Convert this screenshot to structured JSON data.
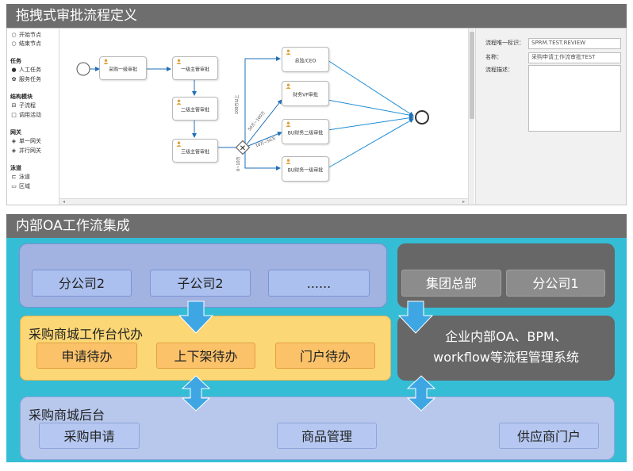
{
  "top": {
    "title": "拖拽式审批流程定义",
    "palette": {
      "events": [
        "开始节点",
        "结束节点"
      ],
      "task_heading": "任务",
      "tasks": [
        "人工任务",
        "服务任务"
      ],
      "struct_heading": "结构模块",
      "structs": [
        "子流程",
        "调用活动"
      ],
      "gateway_heading": "网关",
      "gateways": [
        "单一网关",
        "并行网关"
      ],
      "lane_heading": "泳道",
      "lanes": [
        "泳道",
        "区域"
      ]
    },
    "nodes": {
      "n1": "采购一级审批",
      "n2": "一级主管审批",
      "n3": "二级主管审批",
      "n4": "三级主管审批",
      "n5": "总监/CEO",
      "n6": "财务VP审批",
      "n7": "BU财务二级审批",
      "n8": "BU财务一级审批"
    },
    "edge_labels": {
      "e1": "100万以上",
      "e2": "50万~100万",
      "e3": "10万~50万",
      "e4": "0~10万"
    },
    "properties": {
      "key_label": "流程唯一标识：",
      "key_value": "SPRM.TEST.REVIEW",
      "name_label": "名称：",
      "name_value": "采购申请工作流审批TEST",
      "desc_label": "流程描述："
    }
  },
  "bottom": {
    "title": "内部OA工作流集成",
    "subsidiaries": [
      "分公司2",
      "子公司2",
      "......"
    ],
    "group": [
      "集团总部",
      "分公司1"
    ],
    "workbench": {
      "title": "采购商城工作台代办",
      "items": [
        "申请待办",
        "上下架待办",
        "门户待办"
      ]
    },
    "oa_system": {
      "line1": "企业内部OA、BPM、",
      "line2": "workflow等流程管理系统"
    },
    "backend": {
      "title": "采购商城后台",
      "items": [
        "采购申请",
        "商品管理",
        "供应商门户"
      ]
    }
  },
  "colors": {
    "title_bar": "#6e6e6e",
    "bottom_background": "#35bdd6",
    "panel_blue": "#a2b2e1",
    "panel_gray": "#676767",
    "panel_orange": "#fbd776",
    "arrow_blue": "#3fa6e4",
    "flow_line": "#1f8dd6"
  }
}
